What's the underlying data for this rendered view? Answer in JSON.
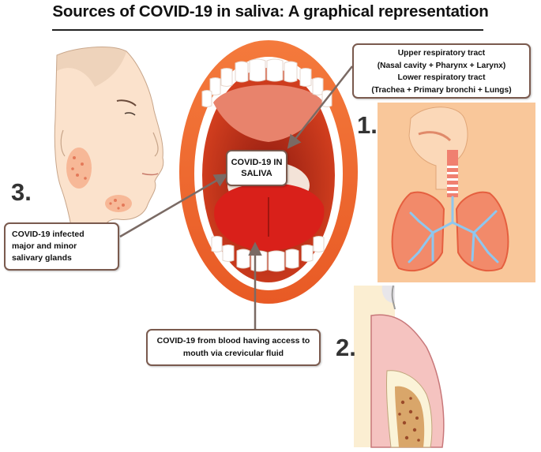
{
  "title": "Sources of COVID-19 in saliva: A graphical representation",
  "numbers": {
    "one": "1.",
    "two": "2.",
    "three": "3."
  },
  "callouts": {
    "respiratory": [
      "Upper respiratory tract",
      "(Nasal cavity + Pharynx + Larynx)",
      "Lower respiratory tract",
      "(Trachea + Primary bronchi + Lungs)"
    ],
    "saliva": [
      "COVID-19 IN",
      "SALIVA"
    ],
    "glands": [
      "COVID-19 infected",
      "major and minor",
      "salivary glands"
    ],
    "blood": [
      "COVID-19 from blood having access to",
      "mouth via crevicular fluid"
    ]
  },
  "colors": {
    "arrow": "#7a6a64",
    "box_border": "#7a5a4e",
    "lip": "#f06a2e",
    "mouth_interior": "#c8311a",
    "tongue": "#d9201a",
    "skin": "#f8d8be",
    "lungs_bg": "#f9c79a",
    "gum": "#f5c3c0"
  },
  "icons": [
    "face-illustration",
    "open-mouth-illustration",
    "respiratory-tract-illustration",
    "tooth-gum-illustration"
  ]
}
